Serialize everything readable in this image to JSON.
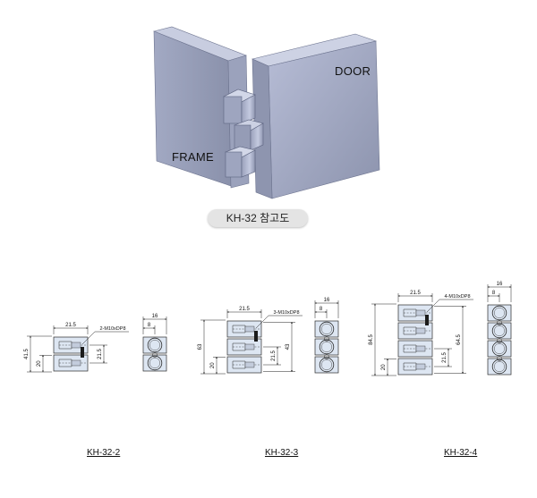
{
  "iso": {
    "door_label": "DOOR",
    "frame_label": "FRAME",
    "caption": "KH-32 참고도"
  },
  "drawings": {
    "kh2": {
      "model": "KH-32-2",
      "width": "21.5",
      "height": "41.5",
      "pitch": "21.5",
      "base": "20",
      "thread": "2-M10xDP8",
      "side_width": "16",
      "side_offset": "8"
    },
    "kh3": {
      "model": "KH-32-3",
      "width": "21.5",
      "height": "63",
      "inner": "43",
      "pitch": "21.5",
      "base": "20",
      "thread": "3-M10xDP8",
      "side_width": "16",
      "side_offset": "8"
    },
    "kh4": {
      "model": "KH-32-4",
      "width": "21.5",
      "height": "84.5",
      "inner": "64.5",
      "pitch": "21.5",
      "base": "20",
      "thread": "4-M10xDP8",
      "side_width": "16",
      "side_offset": "8"
    }
  },
  "colors": {
    "part_fill": "#dde6f2",
    "part_stroke": "#2a2a2a",
    "metal_light": "#c9cfe2",
    "metal_mid": "#a9b0c8",
    "metal_dark": "#7f879f"
  }
}
